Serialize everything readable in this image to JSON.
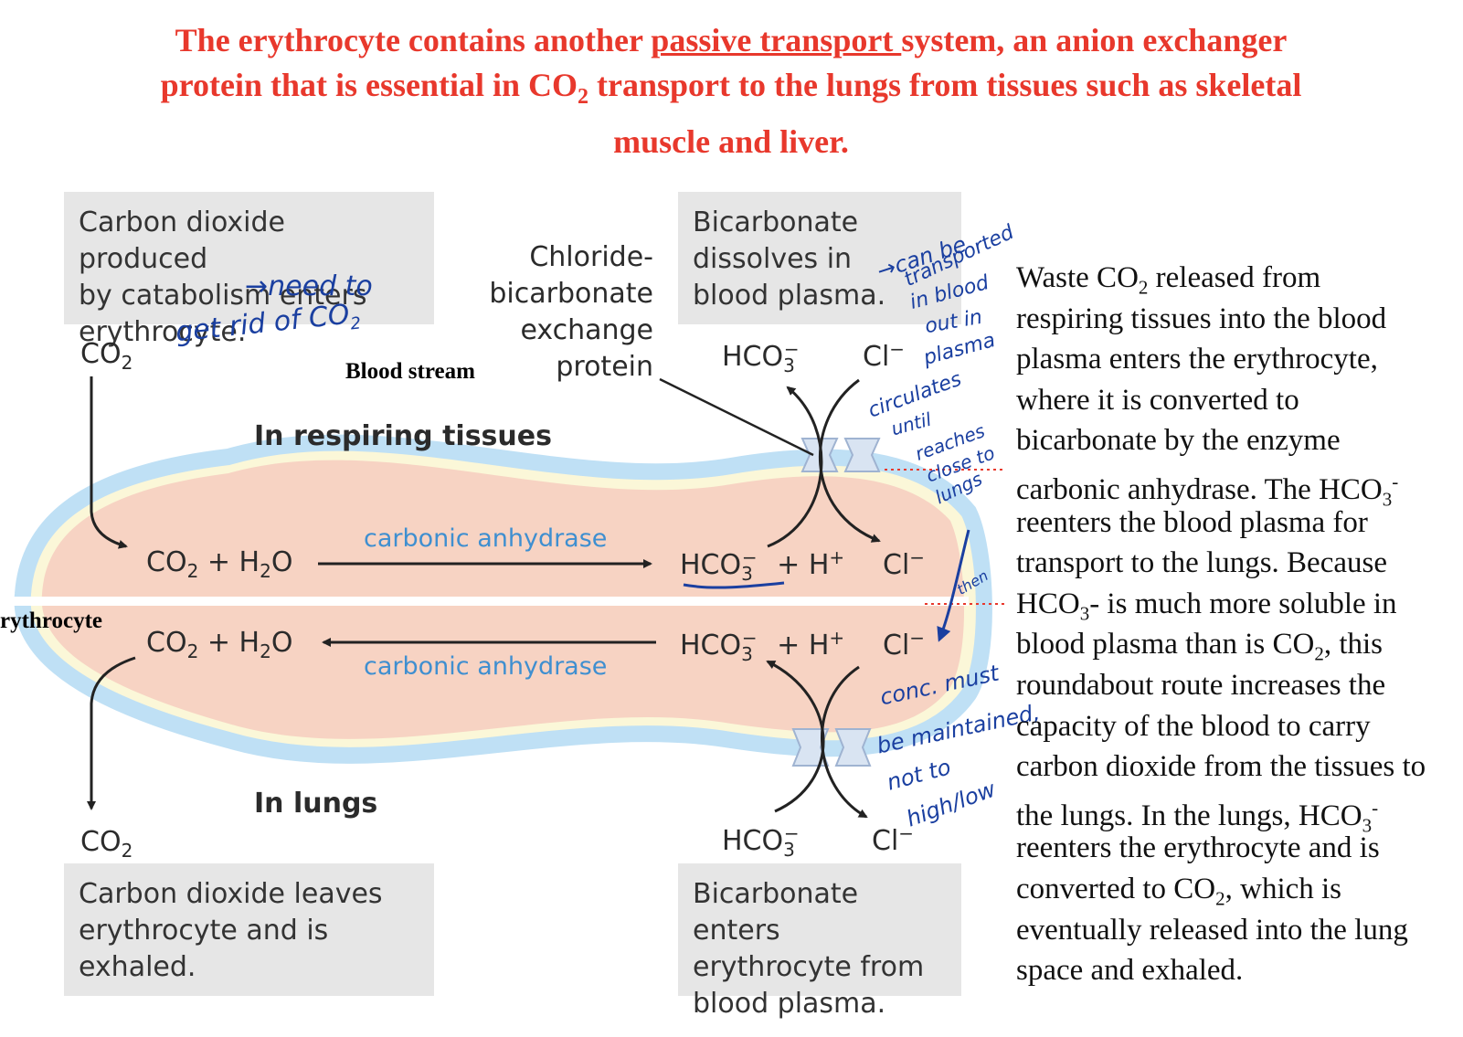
{
  "title": {
    "line1_a": "The erythrocyte contains another ",
    "line1_u": "passive transport ",
    "line1_b": "system, an anion exchanger",
    "line2_a": "protein that is essential in CO",
    "line2_sub": "2",
    "line2_b": " transport to the lungs from tissues such as skeletal",
    "line3": "muscle and liver."
  },
  "boxes": {
    "co2_enters": [
      "Carbon dioxide produced",
      "by catabolism enters",
      "erythrocyte."
    ],
    "bicarb_dissolves": [
      "Bicarbonate",
      "dissolves in",
      "blood plasma."
    ],
    "co2_leaves": [
      "Carbon dioxide leaves",
      "erythrocyte and is",
      "exhaled."
    ],
    "bicarb_enters": [
      "Bicarbonate enters",
      "erythrocyte from",
      "blood plasma."
    ]
  },
  "labels": {
    "exchanger": [
      "Chloride-",
      "bicarbonate",
      "exchange",
      "protein"
    ],
    "blood_stream": "Blood stream",
    "erythrocyte": "rythrocyte",
    "respiring": "In respiring tissues",
    "lungs": "In lungs",
    "enzyme_top": "carbonic anhydrase",
    "enzyme_bottom": "carbonic anhydrase"
  },
  "chem": {
    "co2": "CO",
    "sub2": "2",
    "h2o_a": " + H",
    "h2o_b": "O",
    "hco3": "HCO",
    "sub3": "3",
    "minus": "−",
    "h_plus": " + H",
    "plus": "+",
    "cl": "Cl"
  },
  "notes": {
    "need_to": "→need to",
    "get_rid": "get  rid of CO",
    "get_rid_sub": "2",
    "can_be": "→can be",
    "transported": "transported",
    "in_blood": "in blood",
    "out_in": "out in",
    "plasma": "plasma",
    "circulates": "circulates",
    "until": "until",
    "reaches": "reaches",
    "close_to": "close to",
    "lungs": "lungs",
    "then": "then",
    "conc_must": "conc. must",
    "be_maintained": "be maintained,",
    "not_to": "not to",
    "high_low": "high/low"
  },
  "paragraph": [
    [
      "Waste CO",
      "2",
      " released from"
    ],
    [
      "respiring tissues into the blood"
    ],
    [
      "plasma enters the erythrocyte,"
    ],
    [
      "where it is converted to"
    ],
    [
      "bicarbonate by the enzyme"
    ],
    [
      "carbonic anhydrase. The HCO",
      "3",
      "-"
    ],
    [
      "reenters the blood plasma for"
    ],
    [
      "transport to the lungs. Because"
    ],
    [
      "HCO",
      "3",
      "- is much more soluble in"
    ],
    [
      "blood plasma than is CO",
      "2",
      ", this"
    ],
    [
      "roundabout route increases the"
    ],
    [
      "capacity of the blood to carry"
    ],
    [
      "carbon dioxide from the tissues to"
    ],
    [
      "the lungs. In the lungs, HCO",
      "3",
      "-"
    ],
    [
      "reenters the erythrocyte and is"
    ],
    [
      "converted to CO",
      "2",
      ", which is"
    ],
    [
      "eventually released into the lung"
    ],
    [
      "space and exhaled."
    ]
  ],
  "colors": {
    "title": "#e8382c",
    "cell_fill": "#f7d3c3",
    "membrane": "#bfe0f5",
    "enzyme": "#3f8fd0",
    "handwriting": "#1a3fa0"
  }
}
